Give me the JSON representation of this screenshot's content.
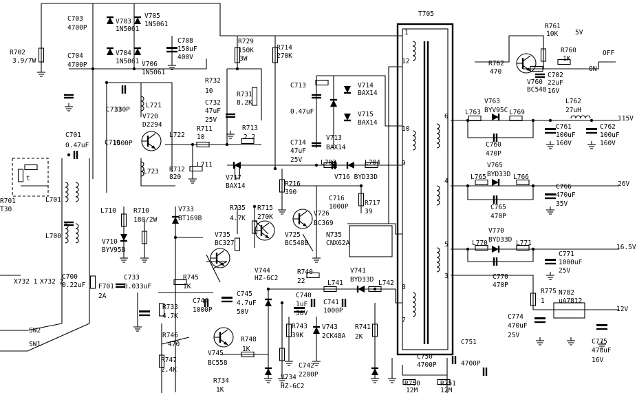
{
  "labels": [
    {
      "text": "T705"
    },
    {
      "text": "5V"
    },
    {
      "text": "OFF"
    },
    {
      "text": "ON"
    },
    {
      "text": "R761"
    },
    {
      "text": "10K"
    },
    {
      "text": "R760"
    },
    {
      "text": "1K"
    },
    {
      "text": "R762"
    },
    {
      "text": "470"
    },
    {
      "text": "V760"
    },
    {
      "text": "BC548"
    },
    {
      "text": "C702"
    },
    {
      "text": "22uF"
    },
    {
      "text": "16V"
    },
    {
      "text": "C703"
    },
    {
      "text": "4700P"
    },
    {
      "text": "V703"
    },
    {
      "text": "1N5061"
    },
    {
      "text": "V705"
    },
    {
      "text": "1N5061"
    },
    {
      "text": "C704"
    },
    {
      "text": "4700P"
    },
    {
      "text": "V704"
    },
    {
      "text": "1N5061"
    },
    {
      "text": "V706"
    },
    {
      "text": "1N5061"
    },
    {
      "text": "R702"
    },
    {
      "text": "3.9/7W"
    },
    {
      "text": "C708"
    },
    {
      "text": "150uF"
    },
    {
      "text": "400V"
    },
    {
      "text": "R729"
    },
    {
      "text": "150K"
    },
    {
      "text": "3W"
    },
    {
      "text": "R714"
    },
    {
      "text": "270K"
    },
    {
      "text": "R732"
    },
    {
      "text": "10"
    },
    {
      "text": "R731"
    },
    {
      "text": "8.2K"
    },
    {
      "text": "C732"
    },
    {
      "text": "47uF"
    },
    {
      "text": "25V"
    },
    {
      "text": "R713"
    },
    {
      "text": "2.2"
    },
    {
      "text": "C713"
    },
    {
      "text": "0.47uF"
    },
    {
      "text": "V714"
    },
    {
      "text": "BAX14"
    },
    {
      "text": "V715"
    },
    {
      "text": "BAX14"
    },
    {
      "text": "V713"
    },
    {
      "text": "BAX14"
    },
    {
      "text": "C714"
    },
    {
      "text": "47uF"
    },
    {
      "text": "25V"
    },
    {
      "text": "L703"
    },
    {
      "text": "L704"
    },
    {
      "text": "V716 BYD33D"
    },
    {
      "text": "C711"
    },
    {
      "text": "330P"
    },
    {
      "text": "L721"
    },
    {
      "text": "V720"
    },
    {
      "text": "D2294"
    },
    {
      "text": "L722"
    },
    {
      "text": "R711"
    },
    {
      "text": "10"
    },
    {
      "text": "L711"
    },
    {
      "text": "C710"
    },
    {
      "text": "1500P"
    },
    {
      "text": "L723"
    },
    {
      "text": "R712"
    },
    {
      "text": "820"
    },
    {
      "text": "V717"
    },
    {
      "text": "BAX14"
    },
    {
      "text": "C701"
    },
    {
      "text": "0.47uF"
    },
    {
      "text": "R716"
    },
    {
      "text": "390"
    },
    {
      "text": "C716"
    },
    {
      "text": "1000P"
    },
    {
      "text": "R717"
    },
    {
      "text": "39"
    },
    {
      "text": "R701"
    },
    {
      "text": "T30"
    },
    {
      "text": "L701"
    },
    {
      "text": "L710"
    },
    {
      "text": "R710"
    },
    {
      "text": "180/2W"
    },
    {
      "text": "V733"
    },
    {
      "text": "BT169B"
    },
    {
      "text": "R735"
    },
    {
      "text": "4.7K"
    },
    {
      "text": "R715"
    },
    {
      "text": "270K"
    },
    {
      "text": "V726"
    },
    {
      "text": "BC369"
    },
    {
      "text": "N735"
    },
    {
      "text": "CNX62A"
    },
    {
      "text": "V725"
    },
    {
      "text": "BC548B"
    },
    {
      "text": "L700"
    },
    {
      "text": "V710"
    },
    {
      "text": "BYV95B"
    },
    {
      "text": "V735"
    },
    {
      "text": "BC327"
    },
    {
      "text": "X732 1"
    },
    {
      "text": "X732 2"
    },
    {
      "text": "C700"
    },
    {
      "text": "0.22uF"
    },
    {
      "text": "F701"
    },
    {
      "text": "2A"
    },
    {
      "text": "C733"
    },
    {
      "text": "0.033uF"
    },
    {
      "text": "R745"
    },
    {
      "text": "1K"
    },
    {
      "text": "V744"
    },
    {
      "text": "HZ-6C2"
    },
    {
      "text": "R740"
    },
    {
      "text": "22"
    },
    {
      "text": "V741"
    },
    {
      "text": "BYD33D"
    },
    {
      "text": "L741"
    },
    {
      "text": "L742"
    },
    {
      "text": "C745"
    },
    {
      "text": "4.7uF"
    },
    {
      "text": "50V"
    },
    {
      "text": "C744"
    },
    {
      "text": "1000P"
    },
    {
      "text": "C740"
    },
    {
      "text": "1uF"
    },
    {
      "text": "50V"
    },
    {
      "text": "C741"
    },
    {
      "text": "1000P"
    },
    {
      "text": "R733"
    },
    {
      "text": "4.7K"
    },
    {
      "text": "SW2"
    },
    {
      "text": "SW1"
    },
    {
      "text": "R746"
    },
    {
      "text": "470"
    },
    {
      "text": "V745"
    },
    {
      "text": "BC558"
    },
    {
      "text": "R748"
    },
    {
      "text": "1K"
    },
    {
      "text": "R743"
    },
    {
      "text": "39K"
    },
    {
      "text": "V743"
    },
    {
      "text": "2CK48A"
    },
    {
      "text": "R741"
    },
    {
      "text": "2K"
    },
    {
      "text": "R747"
    },
    {
      "text": "2.4K"
    },
    {
      "text": "C742"
    },
    {
      "text": "2200P"
    },
    {
      "text": "R734"
    },
    {
      "text": "1K"
    },
    {
      "text": "V734"
    },
    {
      "text": "HZ-6C2"
    },
    {
      "text": "C750"
    },
    {
      "text": "4700P"
    },
    {
      "text": "C751"
    },
    {
      "text": "4700P"
    },
    {
      "text": "R750"
    },
    {
      "text": "12M"
    },
    {
      "text": "R751"
    },
    {
      "text": "12M"
    },
    {
      "text": "V763"
    },
    {
      "text": "BYV95C"
    },
    {
      "text": "L763"
    },
    {
      "text": "L769"
    },
    {
      "text": "L762"
    },
    {
      "text": "27uH"
    },
    {
      "text": "115V"
    },
    {
      "text": "C761"
    },
    {
      "text": "100uF"
    },
    {
      "text": "160V"
    },
    {
      "text": "C762"
    },
    {
      "text": "100uF"
    },
    {
      "text": "160V"
    },
    {
      "text": "C760"
    },
    {
      "text": "470P"
    },
    {
      "text": "V765"
    },
    {
      "text": "BYD33D"
    },
    {
      "text": "L765"
    },
    {
      "text": "L766"
    },
    {
      "text": "26V"
    },
    {
      "text": "C766"
    },
    {
      "text": "470uF"
    },
    {
      "text": "35V"
    },
    {
      "text": "C765"
    },
    {
      "text": "470P"
    },
    {
      "text": "V770"
    },
    {
      "text": "BYD33D"
    },
    {
      "text": "L770"
    },
    {
      "text": "L771"
    },
    {
      "text": "16.5V"
    },
    {
      "text": "C771"
    },
    {
      "text": "1000uF"
    },
    {
      "text": "25V"
    },
    {
      "text": "C770"
    },
    {
      "text": "470P"
    },
    {
      "text": "R775"
    },
    {
      "text": "1"
    },
    {
      "text": "N782"
    },
    {
      "text": "uA7812"
    },
    {
      "text": "12V"
    },
    {
      "text": "C774"
    },
    {
      "text": "470uF"
    },
    {
      "text": "25V"
    },
    {
      "text": "C775"
    },
    {
      "text": "470uF"
    },
    {
      "text": "16V"
    },
    {
      "text": "1"
    },
    {
      "text": "12"
    },
    {
      "text": "10"
    },
    {
      "text": "9"
    },
    {
      "text": "6"
    },
    {
      "text": "4"
    },
    {
      "text": "5"
    },
    {
      "text": "3"
    },
    {
      "text": "8"
    },
    {
      "text": "7"
    },
    {
      "text": "t"
    }
  ]
}
